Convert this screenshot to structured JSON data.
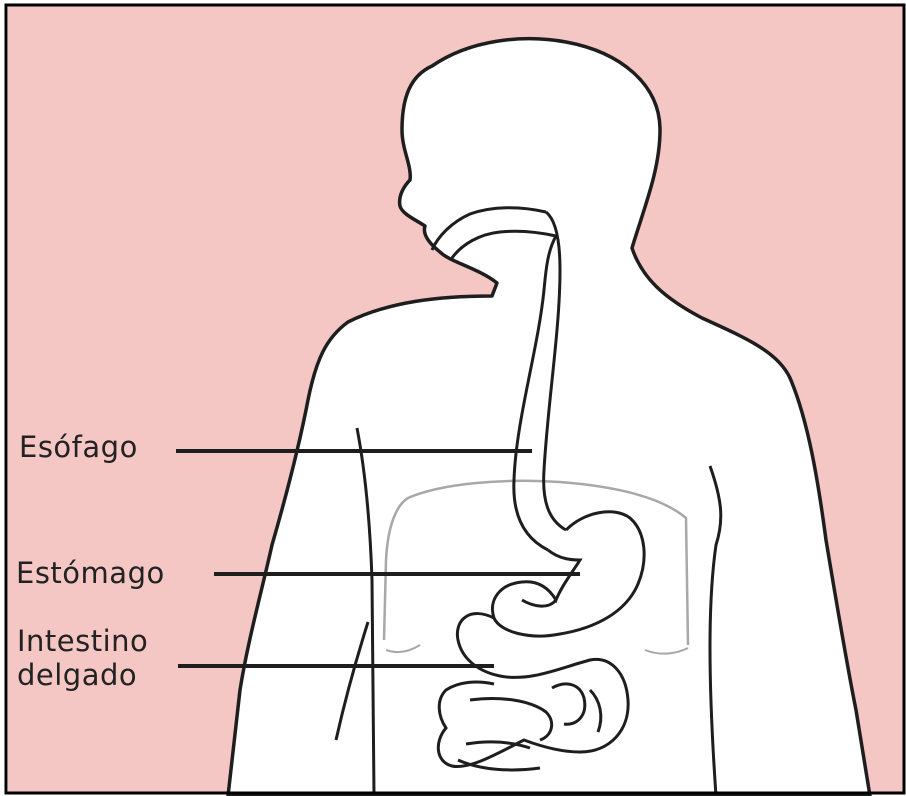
{
  "diagram": {
    "labels": {
      "esofago": "Esófago",
      "estomago": "Estómago",
      "intestino_line1": "Intestino",
      "intestino_line2": "delgado"
    },
    "colors": {
      "background": "#f4c6c4",
      "body_fill": "#ffffff",
      "outline": "#1e1e1e",
      "ribcage": "#a8a8a8",
      "frame_border": "#000000"
    }
  }
}
